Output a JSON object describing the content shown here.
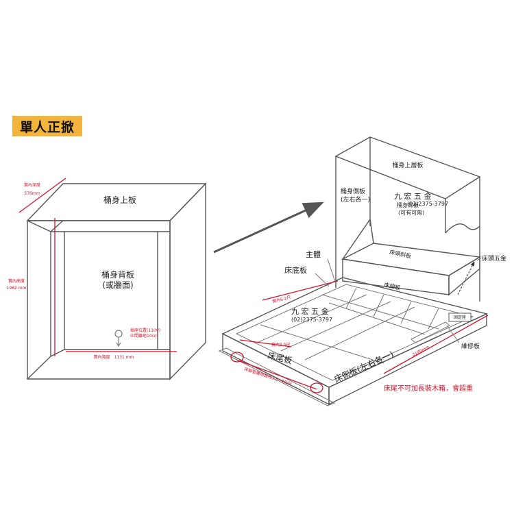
{
  "title": "單人正掀",
  "cabinet": {
    "top_board": "桶身上板",
    "back_board_line1": "桶身背板",
    "back_board_line2": "(或牆面)",
    "inner_depth_line1": "實內深度",
    "inner_depth_line2": "576mm",
    "inner_height_line1": "實內高度",
    "inner_height_line2": "1982 mm",
    "inner_width": "實內寬度　1131 mm",
    "socket_line1": "插座位置(110V)",
    "socket_line2": "中間離地10cm"
  },
  "bed": {
    "top_board": "桶身上層板",
    "side_board_line1": "桶身側板",
    "side_board_line2": "(左右各一)",
    "brand": "九 宏 五 金",
    "phone": "(02)2375-3797",
    "back_board_line1": "桶身背板",
    "back_board_line2": "(可有可無)",
    "headboard_slope": "床頭斜板",
    "headboard": "床頭板",
    "head_hardware": "床頭五金",
    "main_body": "主體",
    "bed_base": "床底板",
    "inner_dim_1": "實內6.2尺",
    "brand2": "九 宏 五 金",
    "phone2": "(02)2375-3797",
    "inner_dim_2": "實內3.5尺",
    "foot_board": "床尾板",
    "side_rail": "床側板(左右各一)",
    "foot_floor_note": "床腳墊離地面約3.5~4公分",
    "length": "2180mm",
    "repair_board": "維修板",
    "fixed_bar": "固定座",
    "warning": "床尾不可加長裝木箱，會超重"
  }
}
